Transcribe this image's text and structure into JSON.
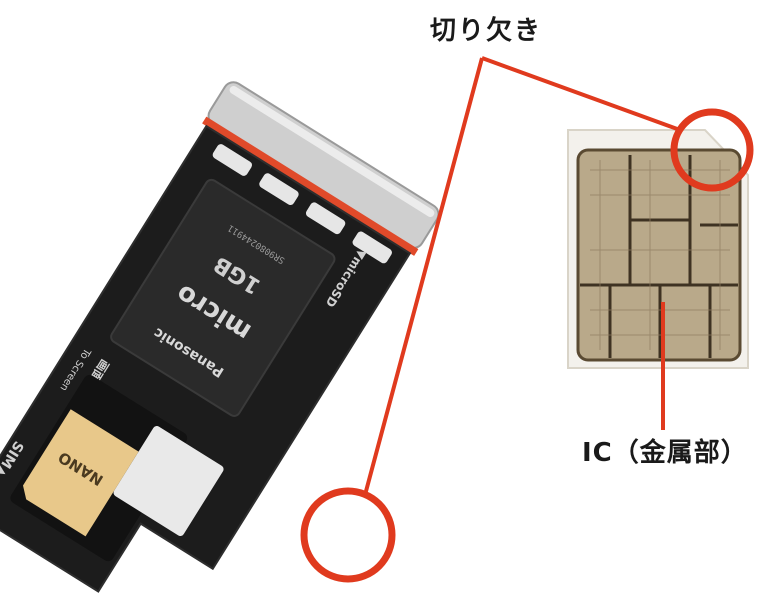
{
  "annotations": {
    "notch_label": "切り欠き",
    "ic_label": "IC（金属部）"
  },
  "tray": {
    "microsd_label": "▼microSD",
    "sim_label": "SIM▲",
    "to_screen_label": "To Screen",
    "screen_side_label": "画面側"
  },
  "microsd_card": {
    "capacity": "1GB",
    "brand": "Panasonic",
    "type": "micro",
    "serial": "SR9080244911"
  },
  "nano_sim": {
    "text": "NANO"
  },
  "colors": {
    "highlight": "#e03a1e",
    "tray_body": "#1c1c1c",
    "tray_metal": "#c9c9c9",
    "tray_gasket": "#e04a2a",
    "sim_card": "#e8c88a",
    "chip_gold": "#b9a98a"
  }
}
